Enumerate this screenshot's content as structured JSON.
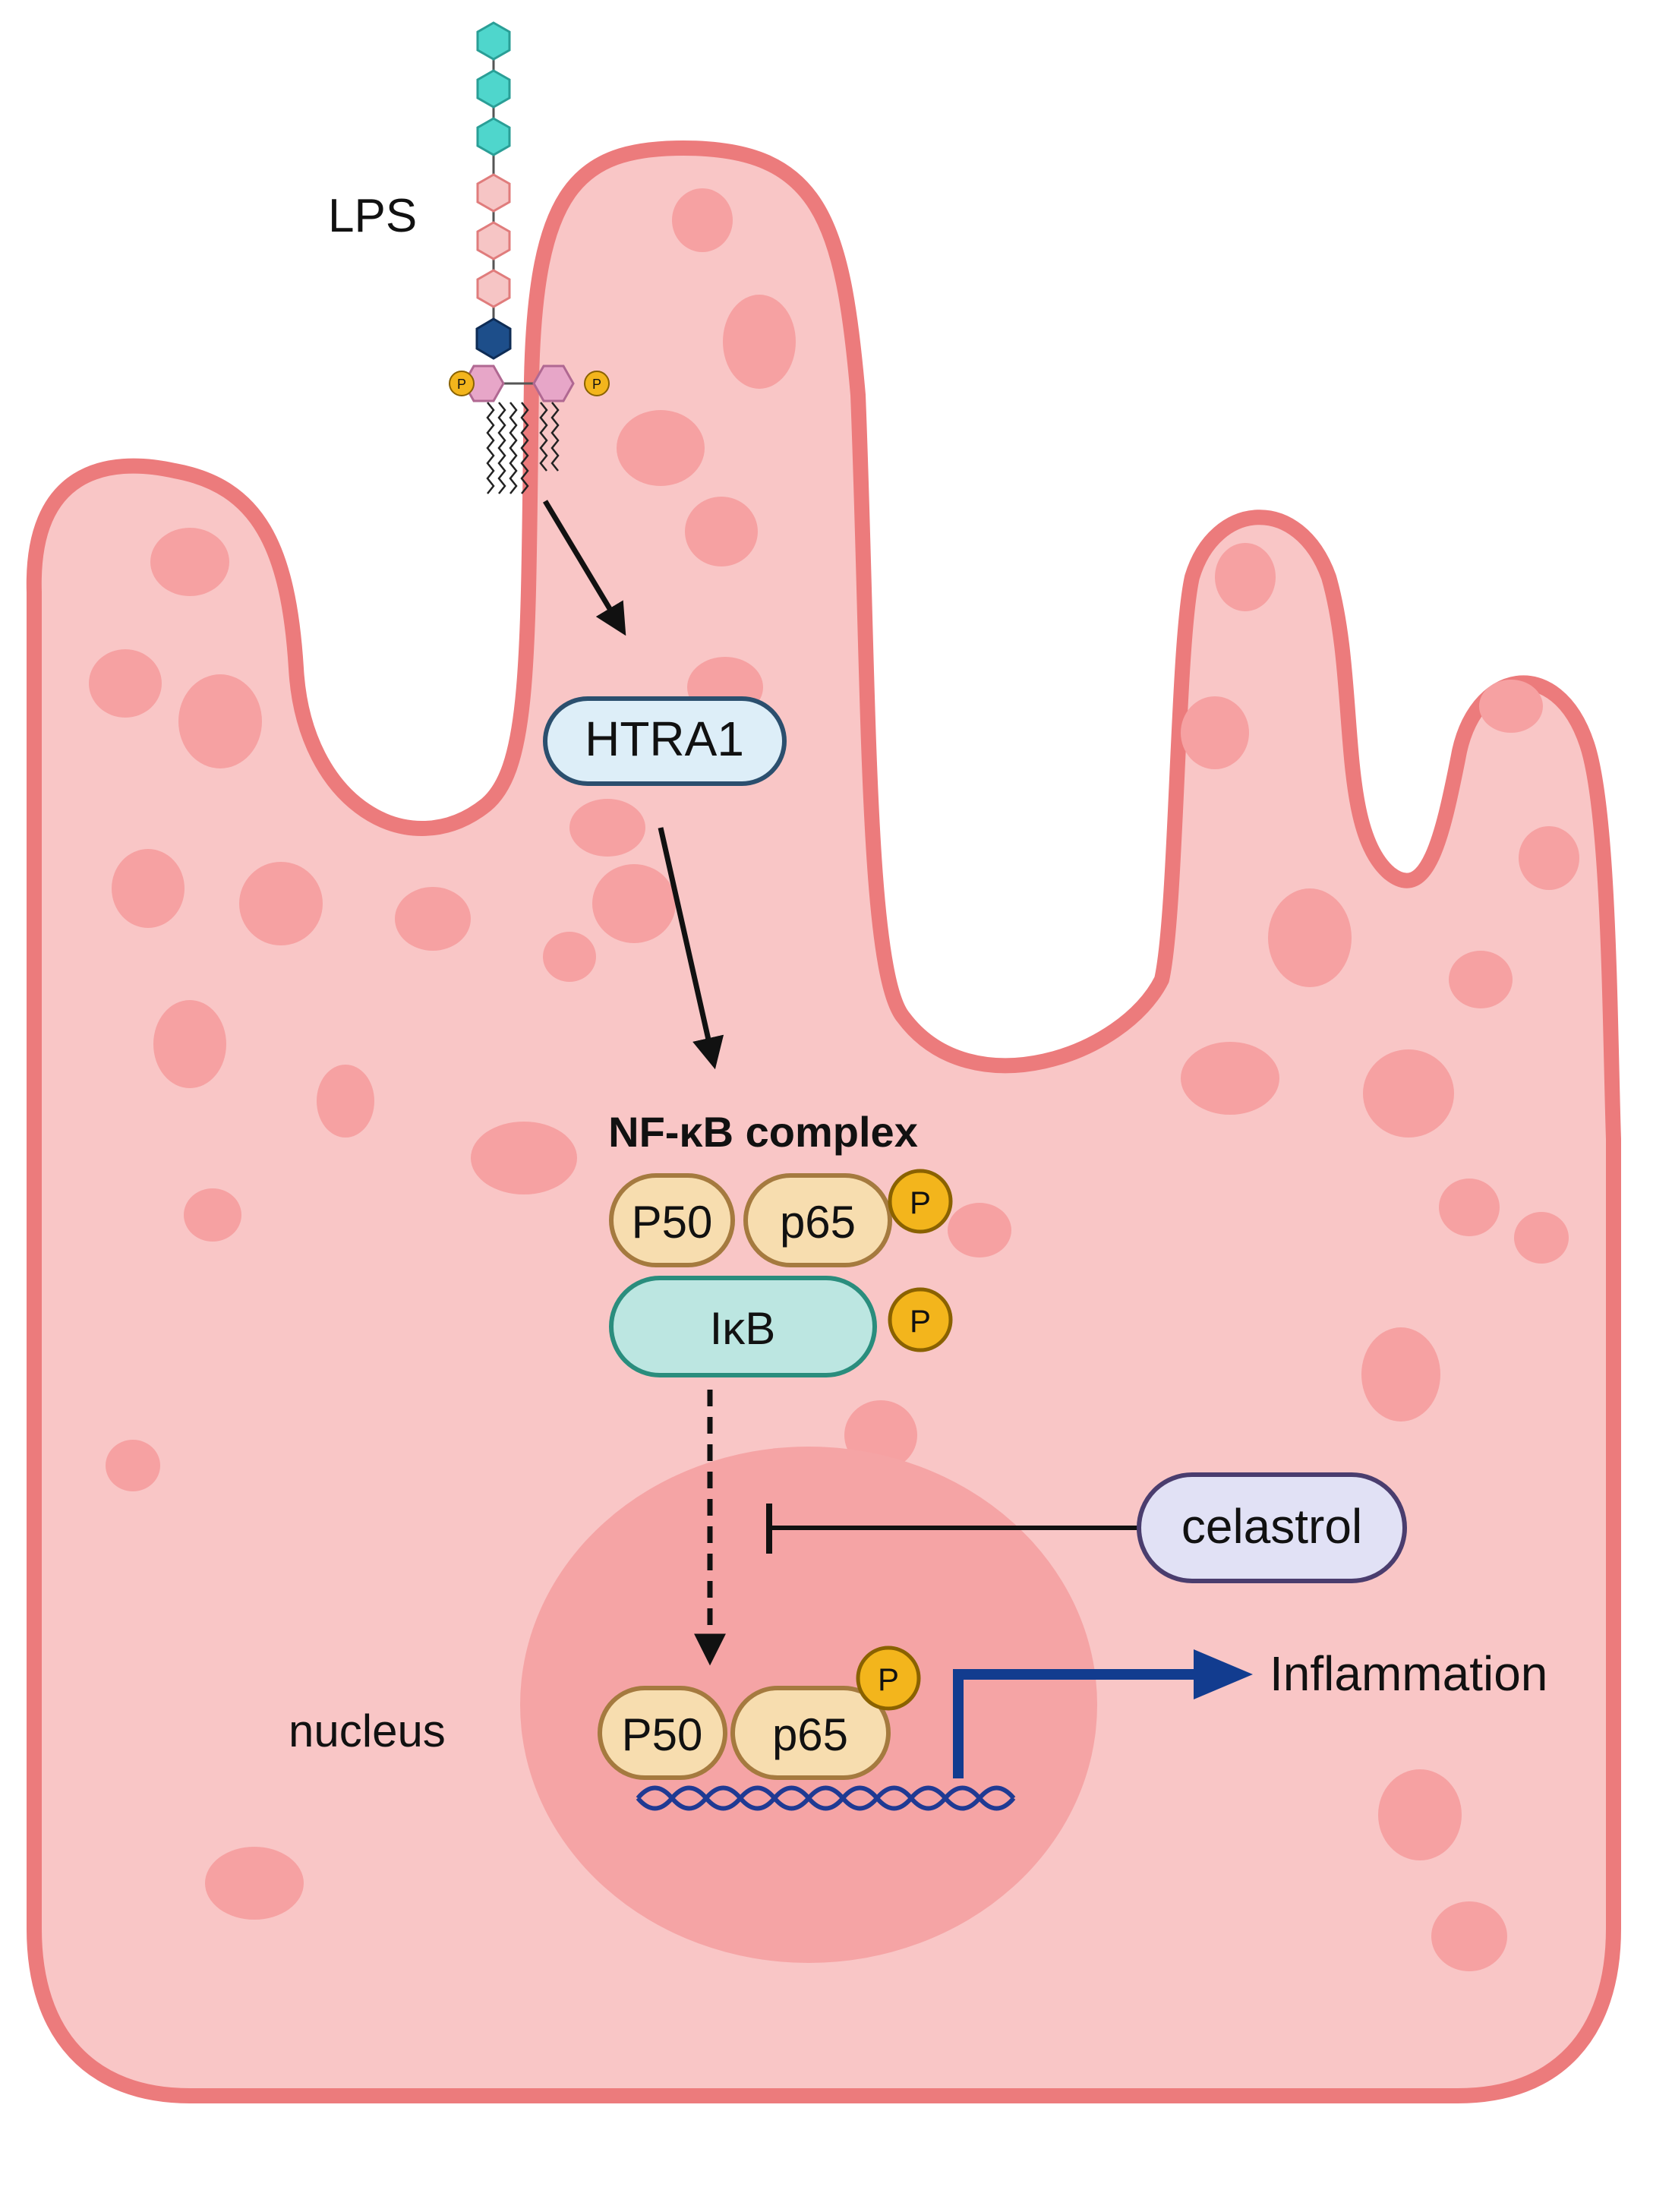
{
  "labels": {
    "lps": "LPS",
    "htra1": "HTRA1",
    "nfkb_complex": "NF-κB complex",
    "p50": "P50",
    "p65": "p65",
    "ikb": "IκB",
    "phospho": "P",
    "celastrol": "celastrol",
    "nucleus": "nucleus",
    "inflammation": "Inflammation"
  },
  "colors": {
    "cell_fill": "#F9C6C6",
    "cell_outline": "#EC7B7C",
    "vesicle": "#F6A1A2",
    "nucleus": "#F5A4A5",
    "htra1_fill": "#DDEEF8",
    "htra1_stroke": "#2B4F6E",
    "subunit_fill": "#F7DDAF",
    "subunit_stroke": "#A57A3F",
    "ikb_fill": "#BCE6E1",
    "ikb_stroke": "#2A8D7D",
    "phospho_fill": "#F3B51C",
    "phospho_stroke": "#8A6200",
    "celastrol_fill": "#E1E1F5",
    "celastrol_stroke": "#4A3D6E",
    "dna": "#1F3A93",
    "arrow": "#111111",
    "transcription_arrow": "#123C8F",
    "lps_o_antigen": "#4FD6CC",
    "lps_core": "#F6C5C5",
    "lps_kdo": "#1D4E8A",
    "lps_lipid_a": "#E7A6C8"
  }
}
